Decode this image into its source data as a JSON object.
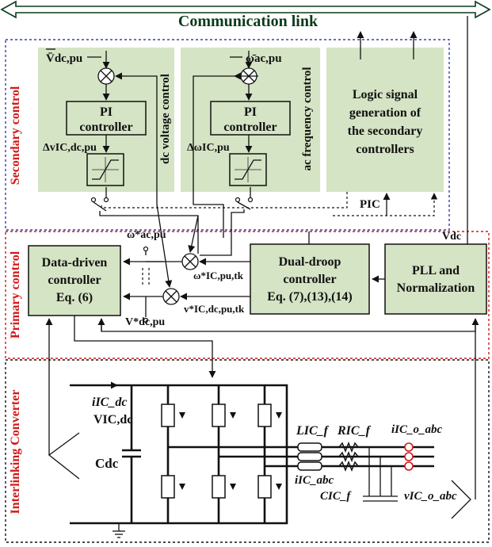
{
  "communication_link": {
    "label": "Communication link"
  },
  "sections": {
    "secondary": "Secondary control",
    "primary": "Primary control",
    "converter": "Interlinking Converter"
  },
  "secondary_control": {
    "dc_voltage_loop": {
      "side_label": "dc voltage control",
      "ref_input": "V̄dc,pu",
      "pi": [
        "PI",
        "controller"
      ],
      "output": "ΔvIC,dc,pu"
    },
    "ac_frequency_loop": {
      "side_label": "ac frequency control",
      "ref_input": "ω̄ac,pu",
      "pi": [
        "PI",
        "controller"
      ],
      "output": "ΔωIC,pu"
    },
    "logic_block": [
      "Logic signal",
      "generation of",
      "the secondary",
      "controllers"
    ],
    "p_ic": "PIC"
  },
  "primary_control": {
    "data_driven": [
      "Data-driven",
      "controller",
      "Eq. (6)"
    ],
    "dual_droop": [
      "Dual-droop",
      "controller",
      "Eq. (7),(13),(14)"
    ],
    "pll": [
      "PLL and",
      "Normalization"
    ],
    "omega_ref": "ω*ac,pu",
    "omega_tk": "ω*IC,pu,tk",
    "v_tk": "v*IC,dc,pu,tk",
    "vdc_ref": "V*dc,pu",
    "vdc": "Vdc"
  },
  "converter": {
    "i_dc": "iIC_dc",
    "v_dc": "VIC,dc",
    "c_dc": "Cdc",
    "l_f": "LIC_f",
    "r_f": "RIC_f",
    "i_abc": "iIC_abc",
    "c_f": "CIC_f",
    "i_o_abc": "iIC_o_abc",
    "v_o_abc": "vIC_o_abc"
  },
  "colors": {
    "green_fill": "#d5e4c4",
    "title_green": "#0b3a1c",
    "section_red": "#d01818",
    "blue_dash": "#3340a8",
    "red_dash": "#d01818"
  }
}
